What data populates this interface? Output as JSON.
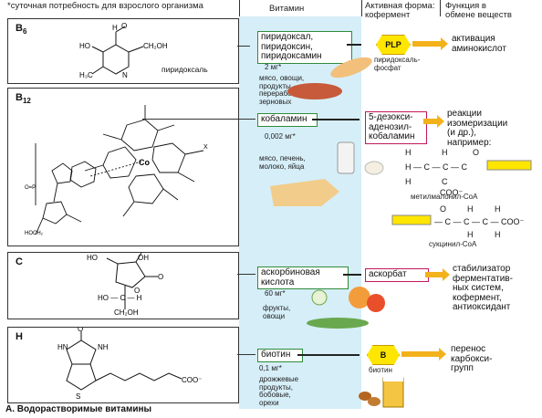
{
  "header": {
    "note": "*суточная потребность для взрослого организма",
    "col_vitamin": "Витамин",
    "col_coenzyme": "Активная форма: кофермент",
    "col_function": "Функция в обмене веществ"
  },
  "rows": [
    {
      "label": "B",
      "label_sub": "6",
      "structure_caption": "пиридоксаль",
      "vitamin_names": [
        "пиридоксал,",
        "пиридоксин,",
        "пиридоксамин"
      ],
      "dose": "2 мг*",
      "sources": [
        "мясо, овощи,",
        "продукты",
        "переработки",
        "зерновых"
      ],
      "coenzyme": "PLP",
      "coenzyme_caption": [
        "пиридоксаль-",
        "фосфат"
      ],
      "function": [
        "активация",
        "аминокислот"
      ]
    },
    {
      "label": "B",
      "label_sub": "12",
      "vitamin_names": [
        "кобаламин"
      ],
      "dose": "0,002 мг*",
      "sources": [
        "мясо, печень,",
        "молоко, яйца"
      ],
      "coenzyme": [
        "5-дезокси-",
        "аденозил-",
        "кобаламин"
      ],
      "function": [
        "реакции",
        "изомеризации",
        "(и др.),",
        "например:"
      ],
      "mol1_caption": "метилмалонил-СоА",
      "mol2_caption": "сукцинил-CoA"
    },
    {
      "label": "C",
      "vitamin_names": [
        "аскорбиновая",
        "кислота"
      ],
      "dose": "60 мг*",
      "sources": [
        "фрукты,",
        "овощи"
      ],
      "coenzyme": "аскорбат",
      "function": [
        "стабилизатор",
        "ферментатив-",
        "ных систем,",
        "кофермент,",
        "антиоксидант"
      ]
    },
    {
      "label": "H",
      "vitamin_names": [
        "биотин"
      ],
      "dose": "0,1 мг*",
      "sources": [
        "дрожжевые",
        "продукты,",
        "бобовые,",
        "орехи"
      ],
      "coenzyme": "B",
      "coenzyme_caption": [
        "биотин"
      ],
      "function": [
        "перенос",
        "карбокси-",
        "групп"
      ]
    }
  ],
  "footer": "А. Водорастворимые витамины",
  "colors": {
    "column_bg": "#d6eef8",
    "vit_border": "#2e8b3a",
    "coenz_border": "#c2185b",
    "arrow": "#f3b21b",
    "hex": "#ffe600"
  }
}
